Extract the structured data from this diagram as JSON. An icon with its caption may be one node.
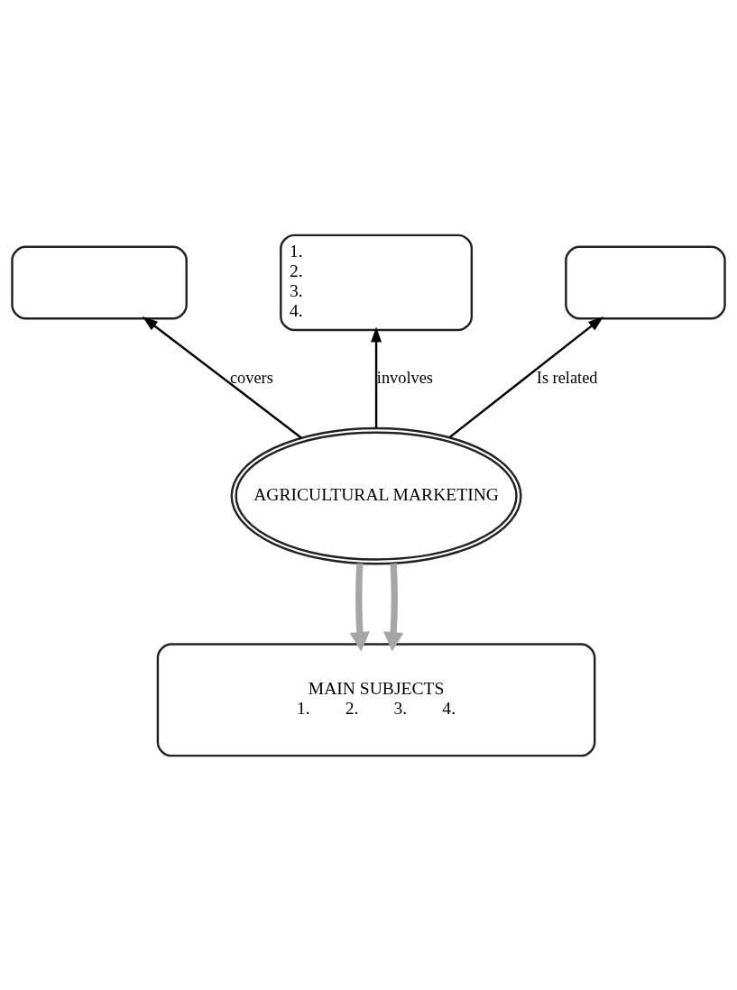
{
  "diagram": {
    "nodes": [
      {
        "text": [
          "1.",
          "2.",
          "3.",
          "4."
        ]
      },
      {
        "text": [],
        "shape": "box"
      },
      {
        "text": [],
        "shape": "box"
      },
      {
        "text": [
          "AGRICULTURAL MARKETING"
        ]
      },
      {
        "text": [
          "MAIN SUBJECTS",
          "1.",
          "2.",
          "3.",
          "4."
        ]
      }
    ],
    "edges": [
      {
        "from": 3,
        "to": 1,
        "arrow": "to",
        "label": "covers"
      },
      {
        "from": 3,
        "to": 0,
        "arrow": "to",
        "label": "involves"
      },
      {
        "from": 3,
        "to": 2,
        "arrow": "to",
        "label": "Is related"
      },
      {
        "from": 3,
        "to": 4,
        "arrow": "to",
        "style": "thick",
        "color": "#a6a6a6"
      },
      {
        "from": 3,
        "to": 4,
        "arrow": "to",
        "style": "thick",
        "color": "#a6a6a6"
      }
    ]
  }
}
